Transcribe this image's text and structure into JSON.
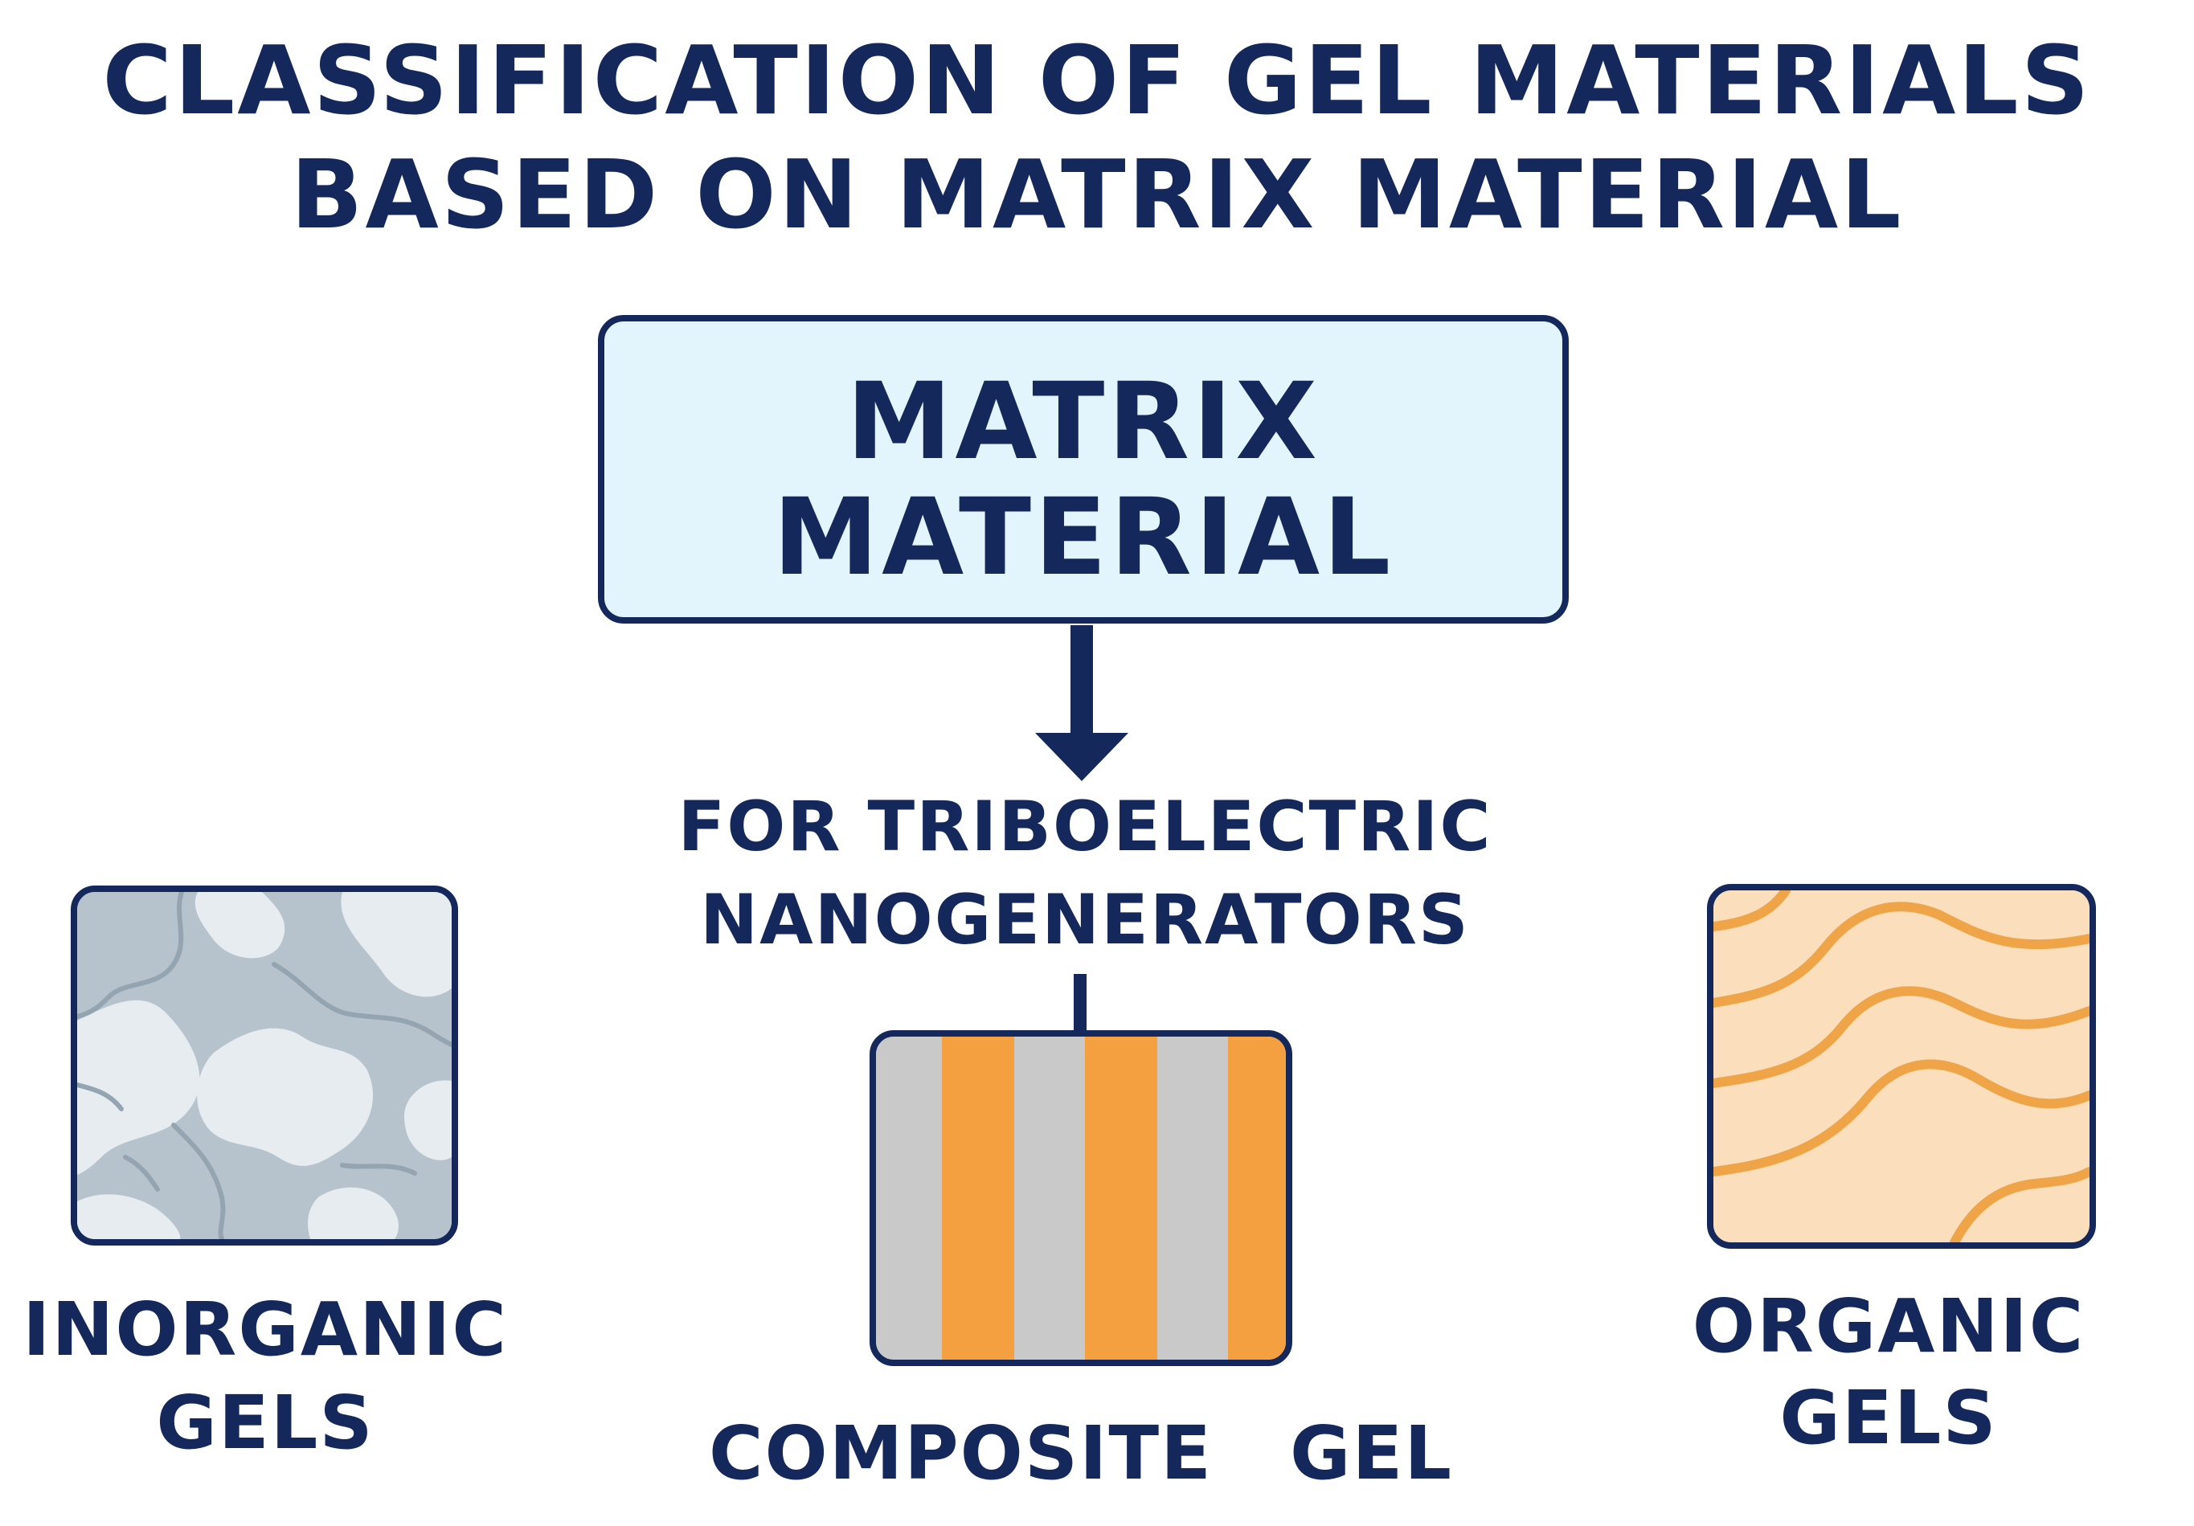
{
  "title": {
    "line1": "CLASSIFICATION OF GEL MATERIALS",
    "line2": "BASED ON MATRIX MATERIAL"
  },
  "central_node": {
    "line1": "MATRIX",
    "line2": "MATERIAL"
  },
  "subtitle": {
    "line1": "FOR TRIBOELECTRIC",
    "line2": "NANOGENERATORS"
  },
  "categories": {
    "inorganic": {
      "line1": "INORGANIC",
      "line2": "GELS"
    },
    "composite": {
      "label": "COMPOSITE  GEL"
    },
    "organic": {
      "label": "ORGANIC GELS"
    }
  },
  "colors": {
    "navy": "#14285c",
    "matrix_fill": "#e3f5fc",
    "inorganic_dark": "#b7c3cc",
    "inorganic_light": "#e6ecf0",
    "composite_gray": "#c8c9c8",
    "composite_orange": "#f5a040",
    "organic_fill": "#fbdfbd",
    "organic_line": "#f0a448"
  },
  "icons": {
    "inorganic": "porous-inorganic-network-icon",
    "composite": "striped-composite-icon",
    "organic": "wavy-polymer-chains-icon"
  }
}
